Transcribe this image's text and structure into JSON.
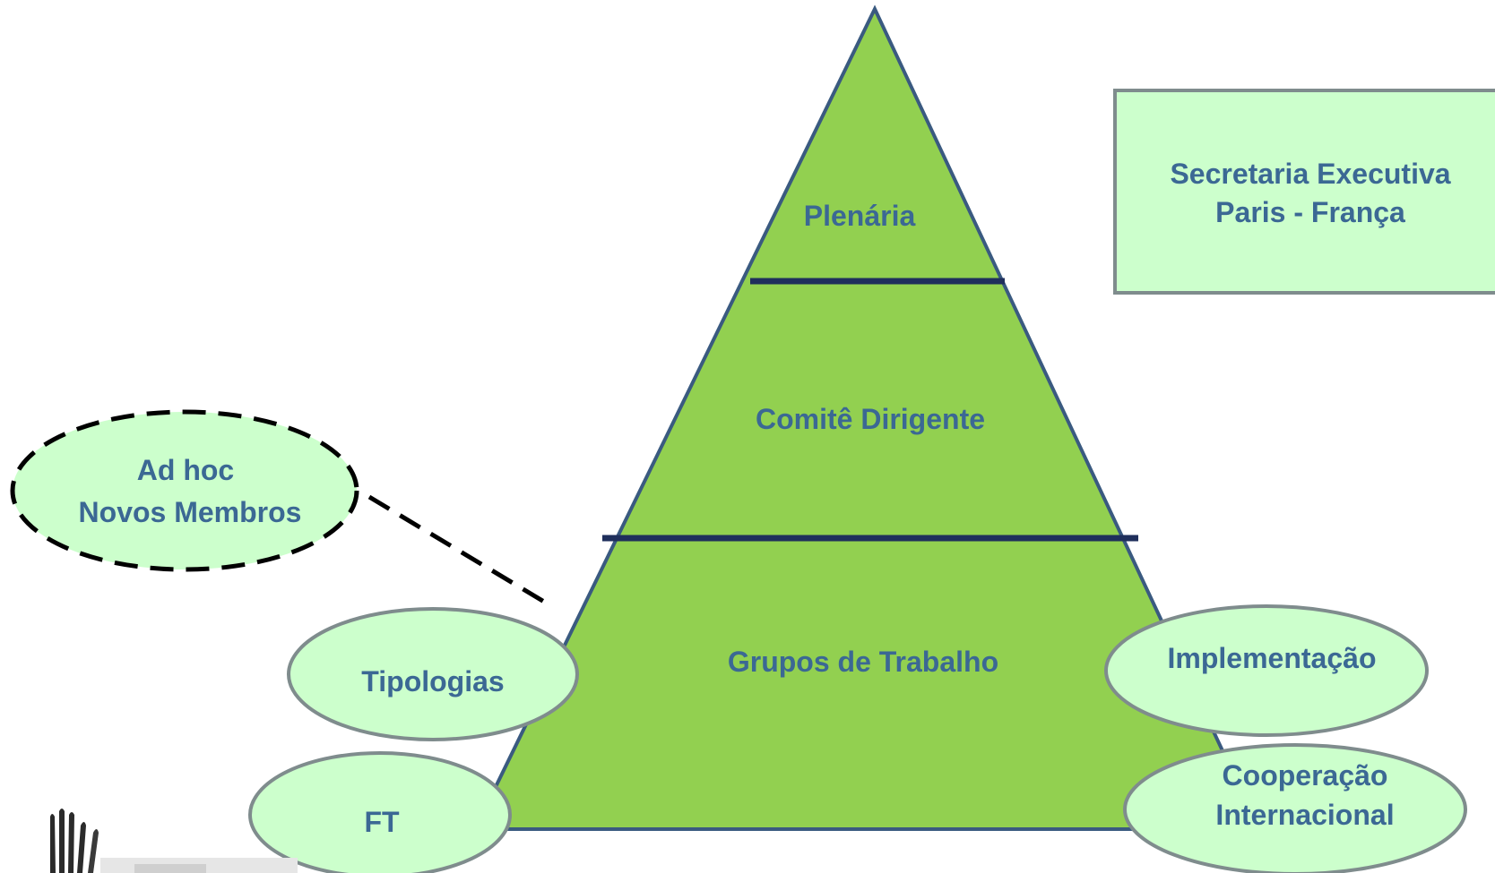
{
  "colors": {
    "pyramid_fill": "#92d050",
    "pyramid_stroke": "#3a5a80",
    "divider": "#1f2f5c",
    "light_green": "#ccffcc",
    "ellipse_stroke": "#7f8c8d",
    "text": "#3b6894",
    "dashed": "#000000"
  },
  "pyramid": {
    "top_label": "Plenária",
    "middle_label": "Comitê Dirigente",
    "bottom_label": "Grupos de Trabalho"
  },
  "secretariat": {
    "line1": "Secretaria Executiva",
    "line2": "Paris - França"
  },
  "ad_hoc": {
    "line1": "Ad hoc",
    "line2": "Novos Membros"
  },
  "groups": {
    "tipologias": "Tipologias",
    "ft": "FT",
    "implementacao": "Implementação",
    "cooperacao_line1": "Cooperação",
    "cooperacao_line2": "Internacional"
  },
  "logo_icon": "hand-logo-icon"
}
